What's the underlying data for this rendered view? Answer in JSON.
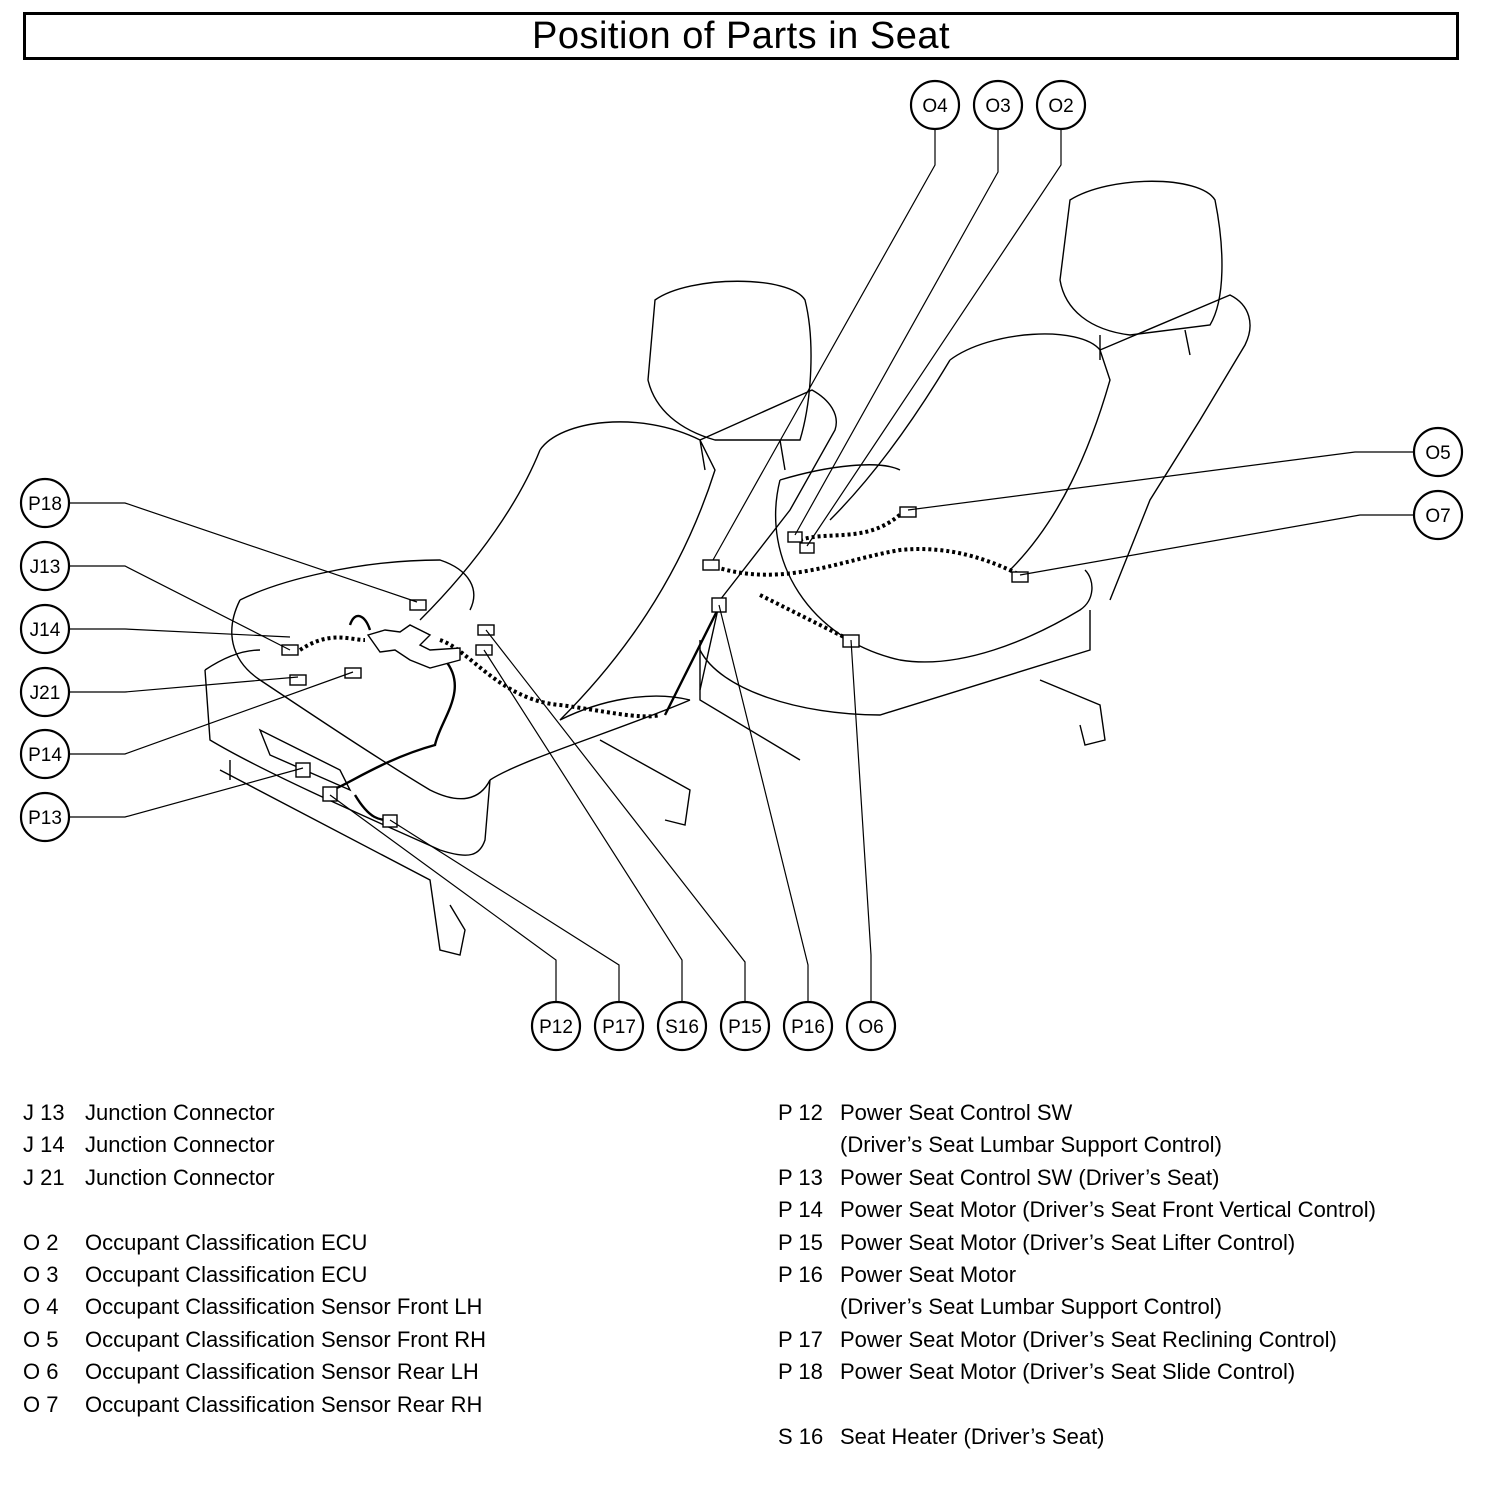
{
  "title": "Position of Parts in Seat",
  "callouts": {
    "O4": "O4",
    "O3": "O3",
    "O2": "O2",
    "O5": "O5",
    "O7": "O7",
    "P18": "P18",
    "J13": "J13",
    "J14": "J14",
    "J21": "J21",
    "P14": "P14",
    "P13": "P13",
    "P12": "P12",
    "P17": "P17",
    "S16": "S16",
    "P15": "P15",
    "P16": "P16",
    "O6": "O6"
  },
  "legend_left": [
    {
      "code": "J 13",
      "desc": "Junction Connector"
    },
    {
      "code": "J 14",
      "desc": "Junction Connector"
    },
    {
      "code": "J 21",
      "desc": "Junction Connector"
    },
    {
      "code": "",
      "desc": ""
    },
    {
      "code": "O  2",
      "desc": "Occupant Classification ECU"
    },
    {
      "code": "O  3",
      "desc": "Occupant Classification ECU"
    },
    {
      "code": "O  4",
      "desc": "Occupant Classification Sensor Front LH"
    },
    {
      "code": "O  5",
      "desc": "Occupant Classification Sensor Front RH"
    },
    {
      "code": "O  6",
      "desc": "Occupant Classification Sensor Rear LH"
    },
    {
      "code": "O  7",
      "desc": "Occupant Classification Sensor Rear RH"
    }
  ],
  "legend_right": [
    {
      "code": "P 12",
      "desc": "Power Seat Control SW"
    },
    {
      "code": "",
      "desc": "(Driver’s Seat Lumbar Support Control)"
    },
    {
      "code": "P 13",
      "desc": "Power Seat Control SW (Driver’s Seat)"
    },
    {
      "code": "P 14",
      "desc": "Power Seat Motor (Driver’s Seat Front Vertical Control)"
    },
    {
      "code": "P 15",
      "desc": "Power Seat Motor (Driver’s Seat Lifter Control)"
    },
    {
      "code": "P 16",
      "desc": "Power Seat Motor"
    },
    {
      "code": "",
      "desc": "(Driver’s Seat Lumbar Support Control)"
    },
    {
      "code": "P 17",
      "desc": "Power Seat Motor (Driver’s Seat Reclining Control)"
    },
    {
      "code": "P 18",
      "desc": "Power Seat Motor (Driver’s Seat Slide Control)"
    },
    {
      "code": "",
      "desc": ""
    },
    {
      "code": "S 16",
      "desc": "Seat Heater (Driver’s Seat)"
    }
  ]
}
